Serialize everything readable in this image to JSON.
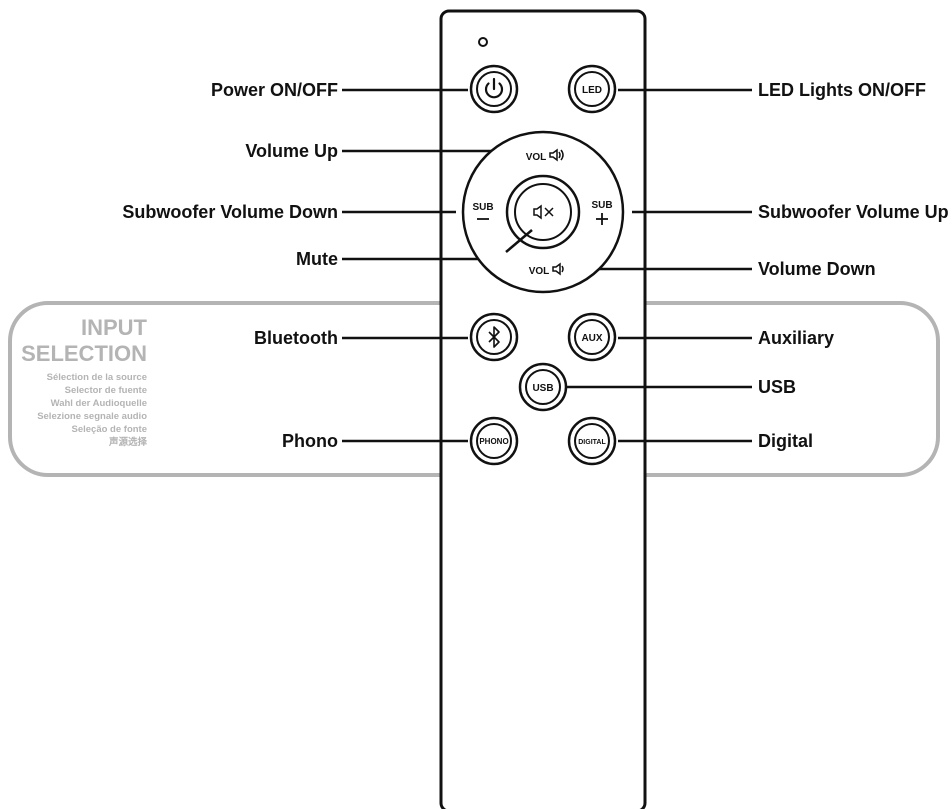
{
  "labels": {
    "power": "Power ON/OFF",
    "led_lights": "LED Lights ON/OFF",
    "volume_up": "Volume Up",
    "sub_volume_down": "Subwoofer Volume Down",
    "sub_volume_up": "Subwoofer Volume Up",
    "mute": "Mute",
    "volume_down": "Volume Down",
    "bluetooth": "Bluetooth",
    "auxiliary": "Auxiliary",
    "usb": "USB",
    "phono": "Phono",
    "digital": "Digital"
  },
  "buttons": {
    "led": "LED",
    "vol_up": "VOL",
    "vol_down": "VOL",
    "sub_left": "SUB",
    "sub_right": "SUB",
    "aux": "AUX",
    "usb": "USB",
    "phono": "PHONO",
    "digital": "DIGITAL"
  },
  "input_selection": {
    "title_line1": "INPUT",
    "title_line2": "SELECTION",
    "translations": [
      "Sélection de la source",
      "Selector de fuente",
      "Wahl der Audioquelle",
      "Selezione segnale audio",
      "Seleção de fonte",
      "声源选择"
    ]
  },
  "colors": {
    "ink": "#111111",
    "panel_outline": "#b4b4b4"
  }
}
